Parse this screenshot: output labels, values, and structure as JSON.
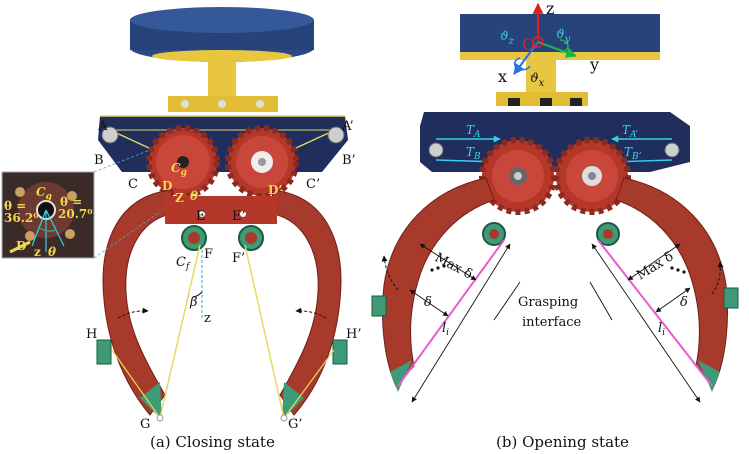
{
  "panel_a": {
    "caption": "(a) Closing state",
    "points": {
      "A": "A",
      "A_prime": "A’",
      "B": "B",
      "B_prime": "B’",
      "C": "C",
      "C_prime": "C’",
      "D": "D",
      "D_prime": "D’",
      "E": "E",
      "E_prime": "E’",
      "F": "F",
      "F_prime": "F’",
      "G": "G",
      "G_prime": "G’",
      "H": "H",
      "H_prime": "H’",
      "Z": "Z",
      "z": "z"
    },
    "symbols": {
      "cg": "C",
      "cg_sub": "g",
      "cf": "C",
      "cf_sub": "f",
      "theta": "θ",
      "beta": "β"
    },
    "inset": {
      "cg": "C",
      "cg_sub": "g",
      "theta_left_1": "θ =",
      "theta_left_2": "36.2⁰",
      "theta_right_1": "θ =",
      "theta_right_2": "20.7⁰",
      "d": "D",
      "z": "z",
      "theta": "θ"
    }
  },
  "panel_b": {
    "caption": "(b) Opening state",
    "axes": {
      "x": "x",
      "y": "y",
      "z": "z",
      "origin": "O"
    },
    "rotations": {
      "vx": "ϑ",
      "vx_sub": "x",
      "vy": "ϑ",
      "vy_sub": "y",
      "vz": "ϑ",
      "vz_sub": "z"
    },
    "tendons": {
      "ta": "T",
      "ta_sub": "A",
      "tb": "T",
      "tb_sub": "B",
      "ta2": "T",
      "ta2_sub": "A’",
      "tb2": "T",
      "tb2_sub": "B’"
    },
    "labels": {
      "max_delta_left": "Max δ",
      "delta_left": "δ",
      "li_left": "l",
      "li_left_sub": "i",
      "max_delta_right": "Max δ",
      "delta_right": "δ",
      "li_right": "l",
      "li_right_sub": "i",
      "grasping_1": "Grasping",
      "grasping_2": "interface"
    }
  },
  "colors": {
    "finger_red": "#a83a2c",
    "finger_dark": "#6e1f18",
    "plate_navy": "#1f2e5c",
    "cap_blue": "#26437a",
    "mount_yellow": "#e8c640",
    "tendon": "#e4db5e",
    "pad_green": "#3f9a78",
    "pink": "#e85bd0",
    "axis_red": "#e02020",
    "axis_green": "#1fb34a",
    "axis_blue": "#2a72e0",
    "cyan": "#36d1ea"
  }
}
